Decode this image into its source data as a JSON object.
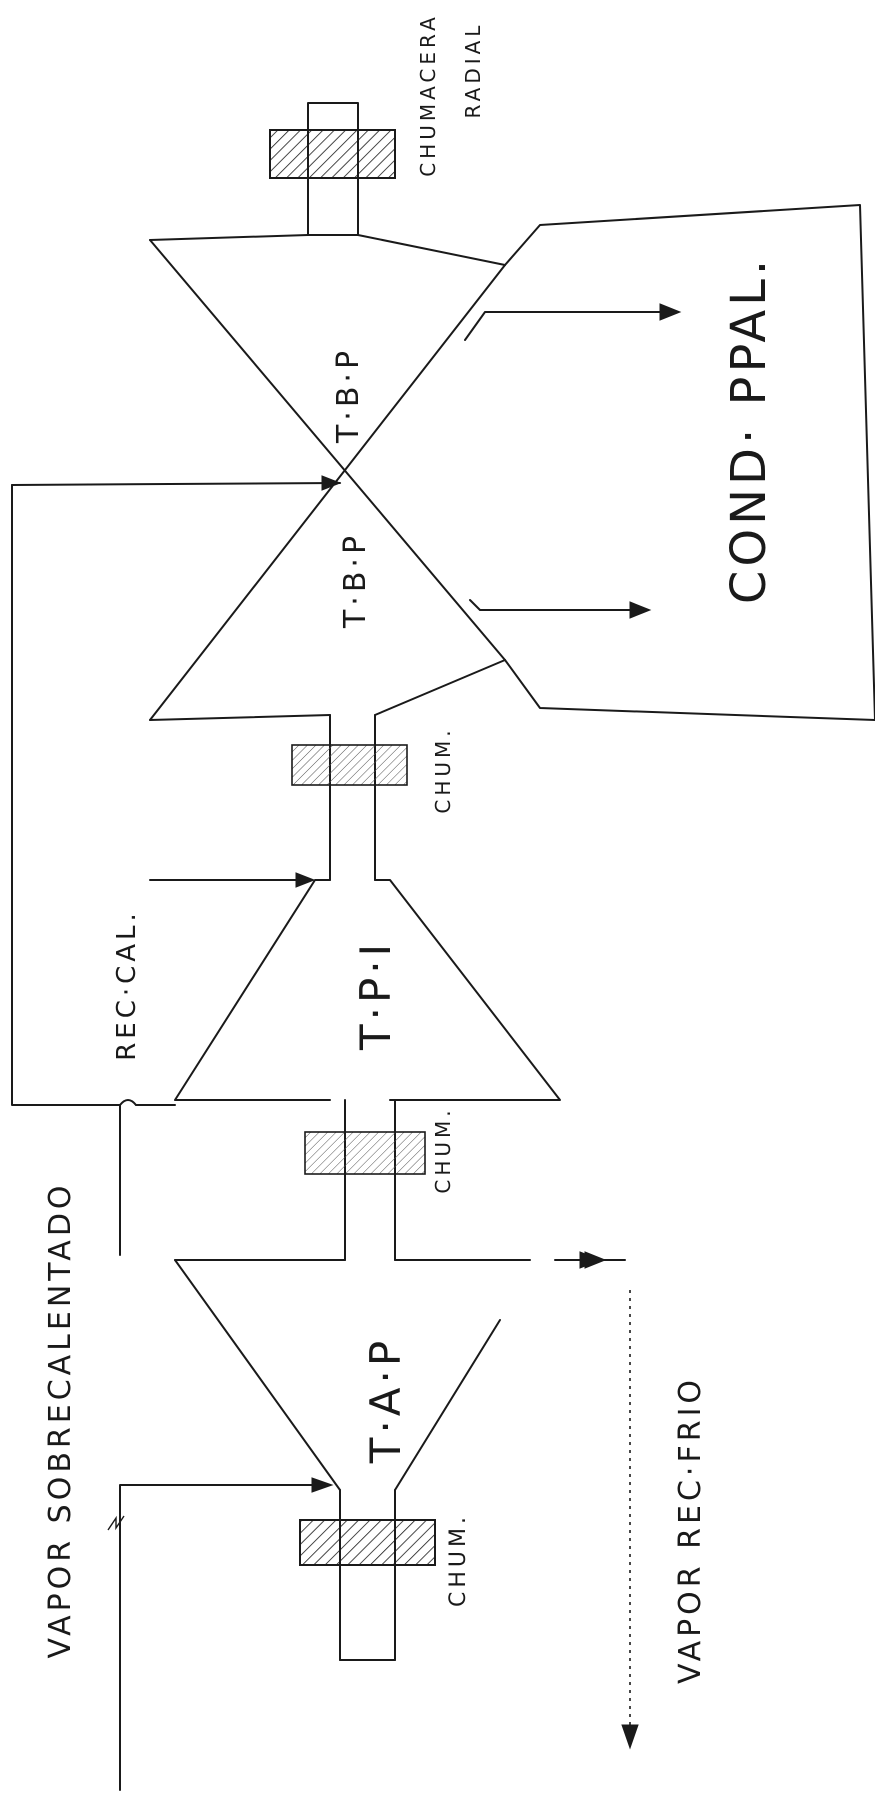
{
  "labels": {
    "tbp_upper": "T·B·P",
    "tbp_lower": "T·B·P",
    "tpi": "T·P·I",
    "tap": "T·A·P",
    "cond": "COND· PPAL.",
    "chum_radial_1": "CHUMACERA",
    "chum_radial_2": "RADIAL",
    "chum_1": "CHUM.",
    "chum_2": "CHUM.",
    "chum_3": "CHUM.",
    "rec_cal": "REC·CAL.",
    "vapor_sobre": "VAPOR SOBRECALENTADO",
    "vapor_rec": "VAPOR REC·FRIO"
  }
}
